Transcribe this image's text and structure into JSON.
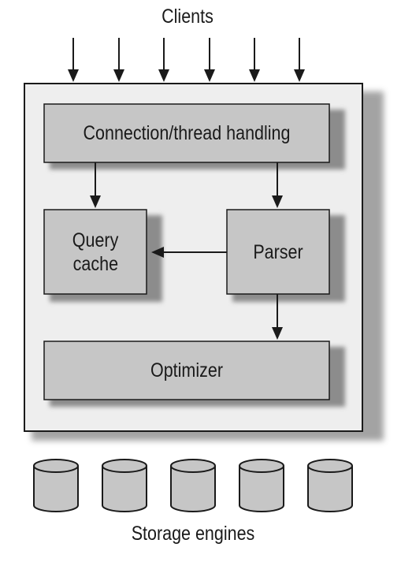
{
  "labels": {
    "clients": "Clients",
    "connection": "Connection/thread handling",
    "query_cache_line1": "Query",
    "query_cache_line2": "cache",
    "parser": "Parser",
    "optimizer": "Optimizer",
    "storage_engines": "Storage engines"
  },
  "colors": {
    "outer_fill": "#eeeeee",
    "box_fill": "#c6c6c6",
    "shadow": "#9a9a9a",
    "stroke": "#1a1a1a"
  },
  "icons": {
    "arrow": "arrow-icon",
    "storage": "cylinder-icon"
  }
}
